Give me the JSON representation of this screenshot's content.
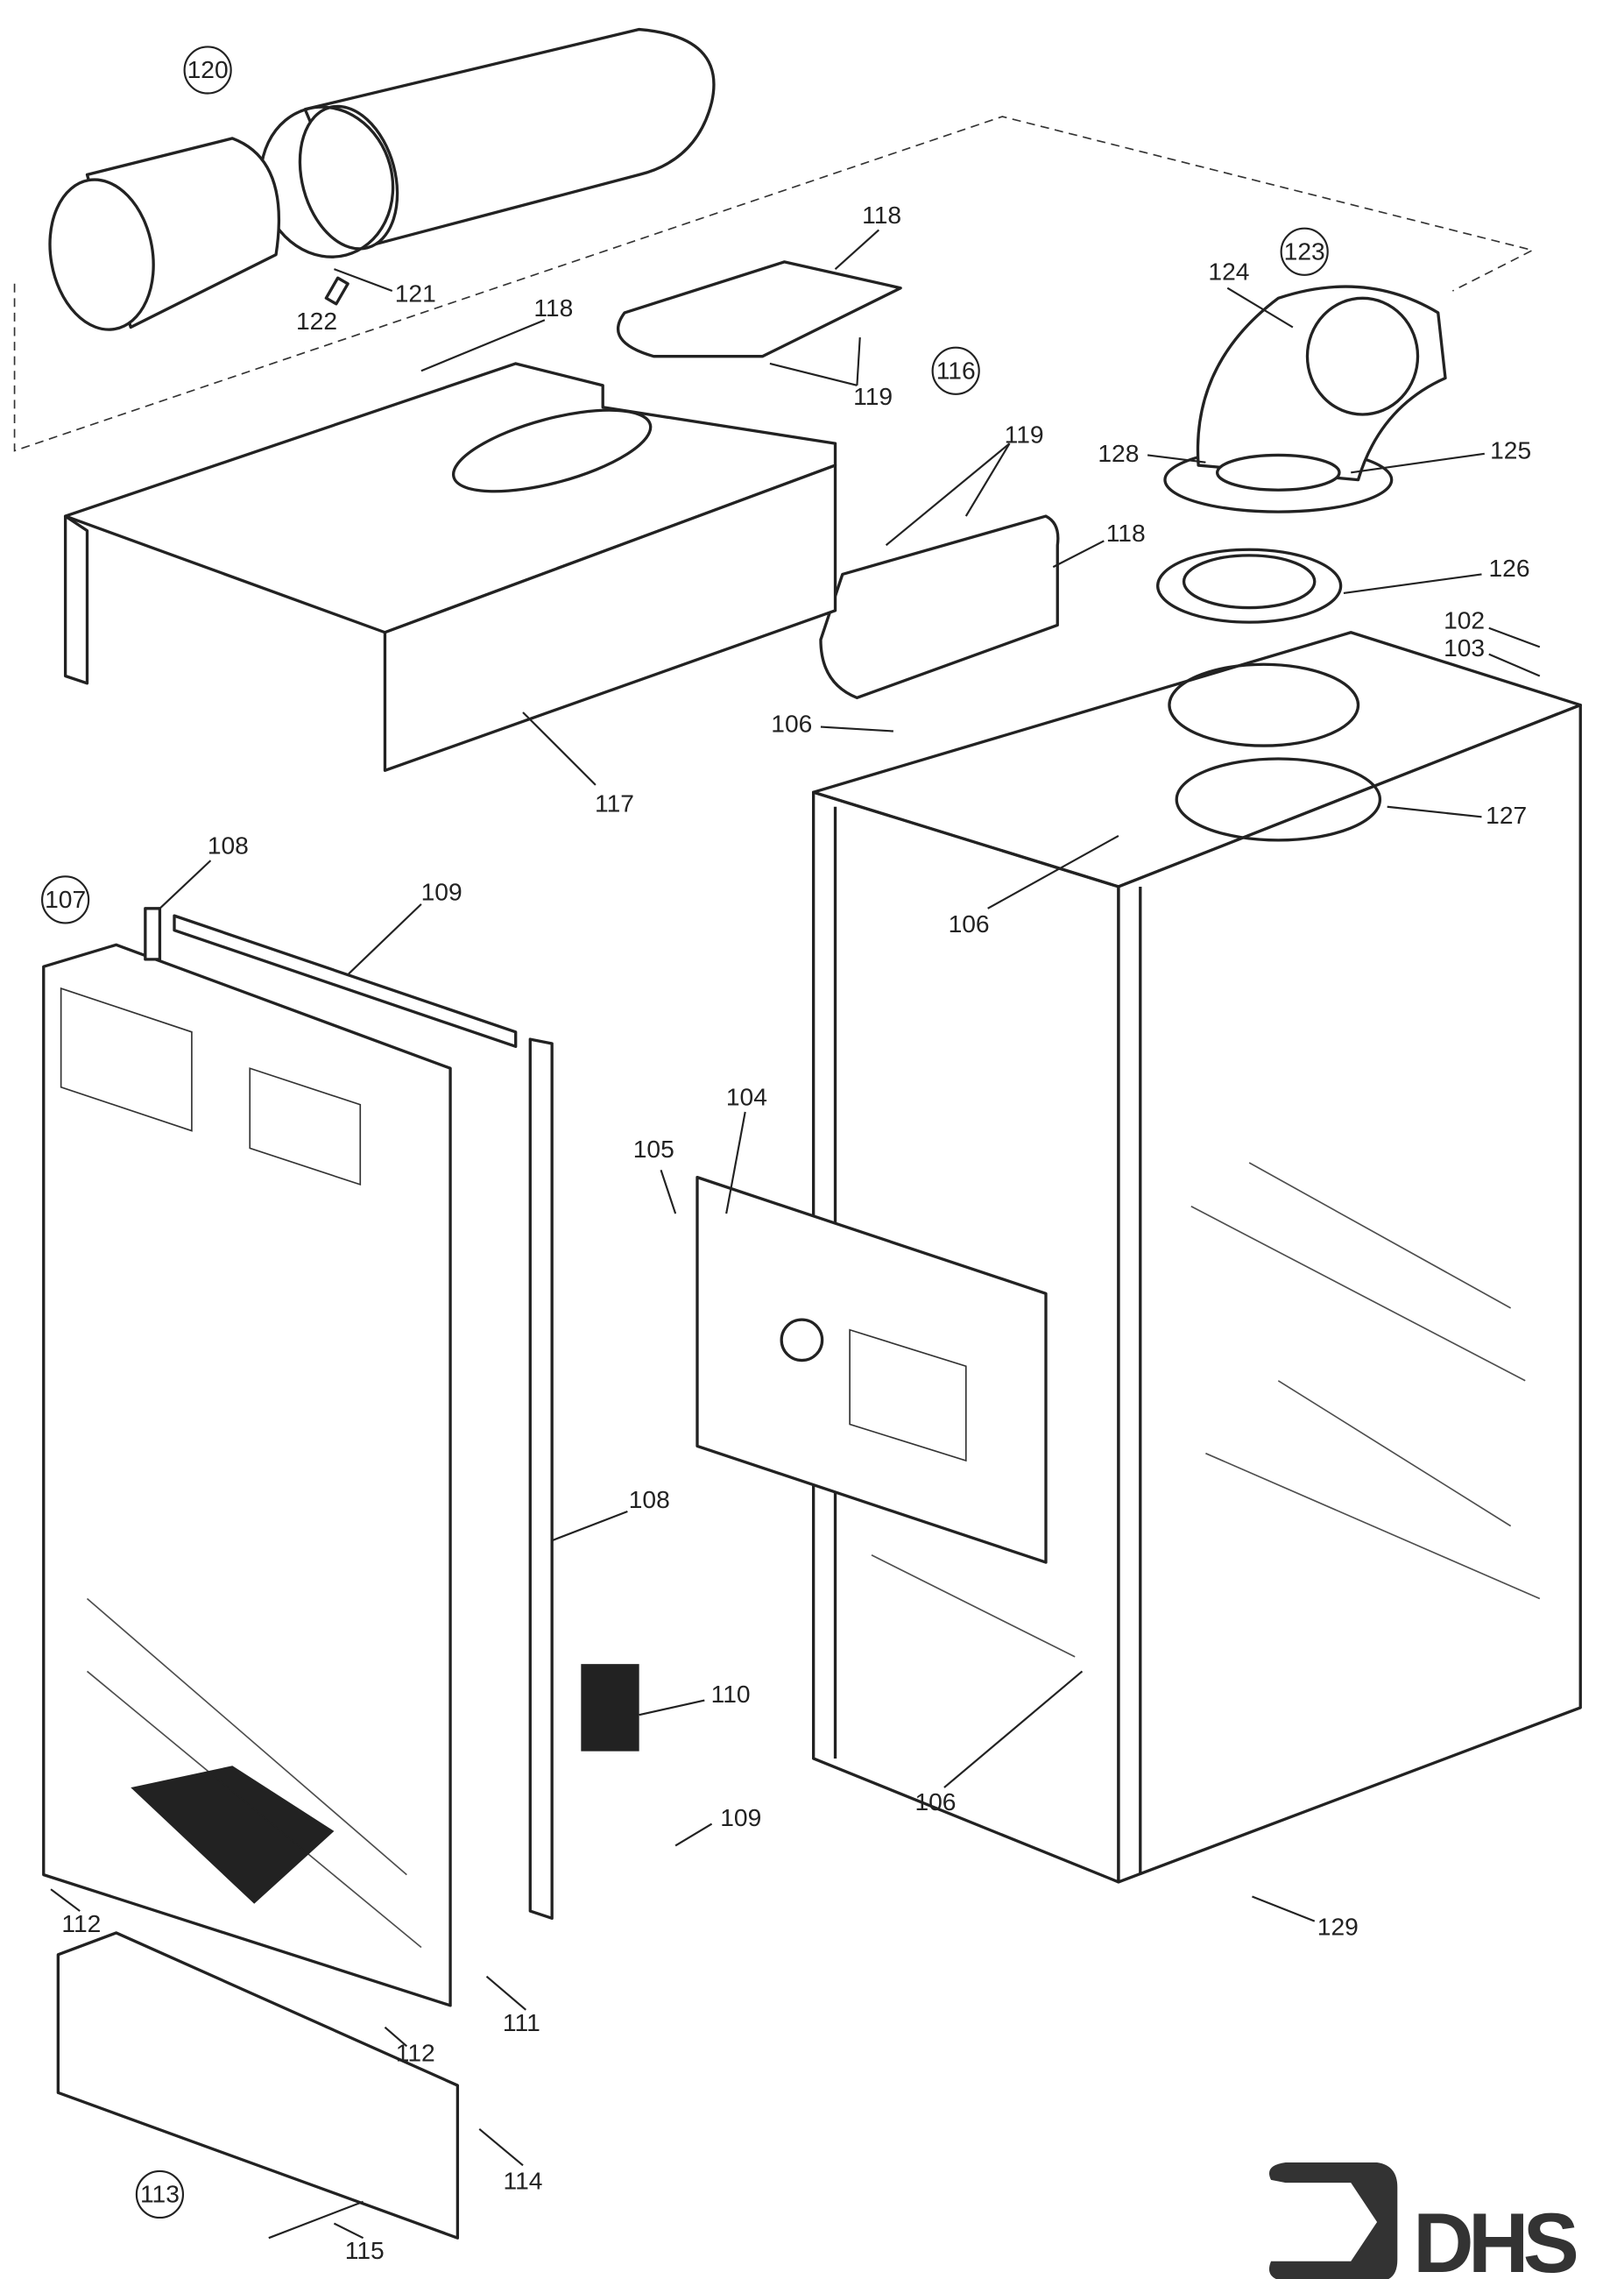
{
  "diagram": {
    "type": "exploded parts diagram",
    "part_labels": [
      "120",
      "121",
      "122",
      "118",
      "118",
      "119",
      "116",
      "123",
      "124",
      "128",
      "125",
      "119",
      "118",
      "126",
      "102",
      "103",
      "106",
      "127",
      "106",
      "117",
      "108",
      "107",
      "109",
      "104",
      "105",
      "108",
      "110",
      "109",
      "106",
      "129",
      "112",
      "112",
      "111",
      "114",
      "113",
      "115"
    ],
    "circled_labels": [
      "120",
      "116",
      "123",
      "107",
      "113"
    ]
  },
  "logo": {
    "text": "DHS",
    "color": "#333333"
  }
}
